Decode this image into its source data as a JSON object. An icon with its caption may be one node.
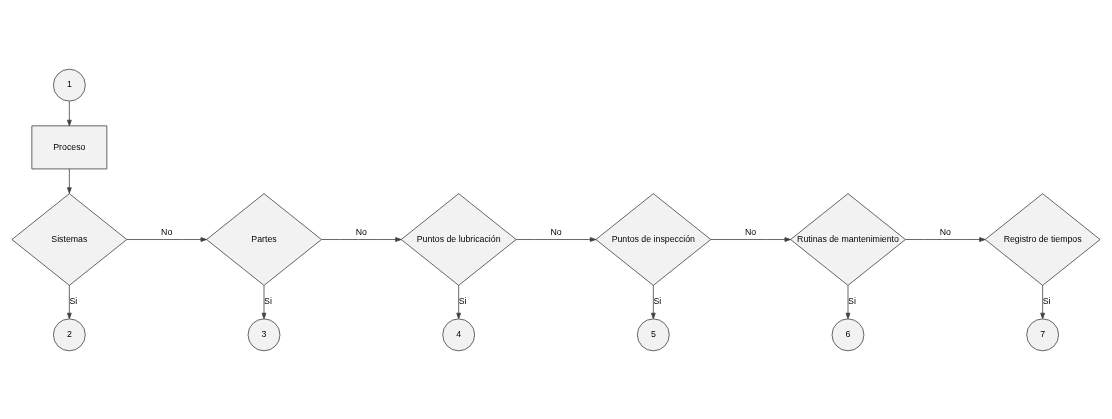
{
  "diagram": {
    "nodes": [
      {
        "text": [
          "1"
        ]
      },
      {
        "text": [
          "Proceso"
        ]
      },
      {
        "text": [
          "Sistemas"
        ]
      },
      {
        "text": [
          "Partes"
        ]
      },
      {
        "text": [
          "Puntos de lubricación"
        ]
      },
      {
        "text": [
          "Puntos de inspección"
        ]
      },
      {
        "text": [
          "Rutinas de mantenimiento"
        ]
      },
      {
        "text": [
          "Registro de tiempos"
        ]
      },
      {
        "text": [
          "2"
        ]
      },
      {
        "text": [
          "3"
        ]
      },
      {
        "text": [
          "4"
        ]
      },
      {
        "text": [
          "5"
        ]
      },
      {
        "text": [
          "6"
        ]
      },
      {
        "text": [
          "7"
        ]
      }
    ],
    "edges": [
      {
        "from": 0,
        "to": 1,
        "arrow": "to"
      },
      {
        "from": 1,
        "to": 2,
        "arrow": "to"
      },
      {
        "from": 2,
        "to": 3,
        "arrow": "to",
        "label": "No"
      },
      {
        "from": 3,
        "to": 4,
        "arrow": "to",
        "label": "No"
      },
      {
        "from": 4,
        "to": 5,
        "arrow": "to",
        "label": "No"
      },
      {
        "from": 5,
        "to": 6,
        "arrow": "to",
        "label": "No"
      },
      {
        "from": 6,
        "to": 7,
        "arrow": "to",
        "label": "No"
      },
      {
        "from": 2,
        "to": 8,
        "arrow": "to",
        "label": "Si"
      },
      {
        "from": 3,
        "to": 9,
        "arrow": "to",
        "label": "Si"
      },
      {
        "from": 4,
        "to": 10,
        "arrow": "to",
        "label": "Si"
      },
      {
        "from": 5,
        "to": 11,
        "arrow": "to",
        "label": "Si"
      },
      {
        "from": 6,
        "to": 12,
        "arrow": "to",
        "label": "Si"
      },
      {
        "from": 7,
        "to": 13,
        "arrow": "to",
        "label": "Si"
      }
    ]
  }
}
